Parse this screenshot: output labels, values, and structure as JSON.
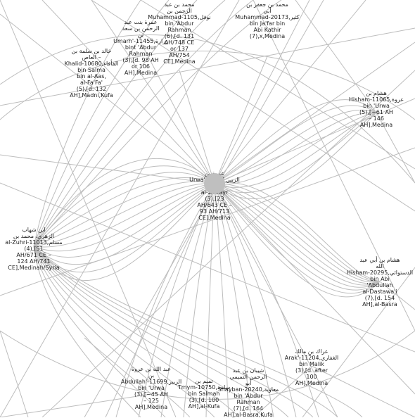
{
  "nodes": [
    {
      "id": "urwa",
      "label": "عروة بن\nUrwa'-10511,الزبير\nibn\nal-Zubayr\n(3),[23\nAH/643 CE –\n93 AH/713\nCE],Medina",
      "center": true
    },
    {
      "id": "muhammad1105",
      "label": "محمد بن عبد\nالرحمن بن\nMuhammad-1105,نوفل\nbin 'Abdur\nRahman\n(6),[d. 131\nAH/748 CE\nor 137\nAH/754\nCE],Medina"
    },
    {
      "id": "muhammad20173",
      "label": "محمد بن جعفر بن\nأبي\nMuhammad-20173,كثير\nbin Ja'far bin\nAbi Kathir\n(7),x,Medina"
    },
    {
      "id": "umarh",
      "label": "عمرة بنت عبد\nالرحمن بن سعد\nبن\nUmarh'-11455,زرارة\nbint 'Abdur\nRahman\n(3),[d. 98 AH\nor 106\nAH],Medina"
    },
    {
      "id": "khalid",
      "label": "خالد بن سلمة بن\nالعاص –\nKhalid-10680,الفأفاء\nbin Salma\nbin al-Aas,\nal-Fa'Fa'\n(5),[d. 132\nAH],Madni,Kufa"
    },
    {
      "id": "hisham11065",
      "label": "هشام بن\nHisham-11065,عروة\nbin 'Urwa\n(5),[~61 AH\n– 146\nAH],Medina"
    },
    {
      "id": "zuhri",
      "label": "ابن شهاب\nالزهري، محمد بن\nal-Zuhri-11013,مسلم\n(4),[51\nAH/671 CE –\n124 AH/741\nCE],Medinah/Syria"
    },
    {
      "id": "hisham20295",
      "label": "هشام بن أبي عبد\nالله\nHisham-20295,الدستوائي\nbin Abi\n'Abdullah\nal-Dastawa'i\n(7),[d. 154\nAH],al-Basra"
    },
    {
      "id": "arak",
      "label": "عراك بن مالك\nArak'-11204,الغفاري\nbin Malik\n(3),[d. after\n100\nAH],Medina"
    },
    {
      "id": "abdullah",
      "label": "عبد الله بن عروة\nبن\nAbdullah'-11699,الزبير\nbin 'Urwa\n(3),[~45 AH\n– 125\nAH],Medina"
    },
    {
      "id": "tmym",
      "label": "تميم بن\nTmym-10750,سلمة\nbin Salmah\n(3),[d. 100\nAH],al-Kufa"
    },
    {
      "id": "shayban",
      "label": "شيبان بن عبد\nالرحمن التميمي\nأبو\nShayban-20240,معاوية\nbin 'Abdur\nRahman\n(7),[d. 164\nAH],al-Basra,Kufa"
    }
  ]
}
